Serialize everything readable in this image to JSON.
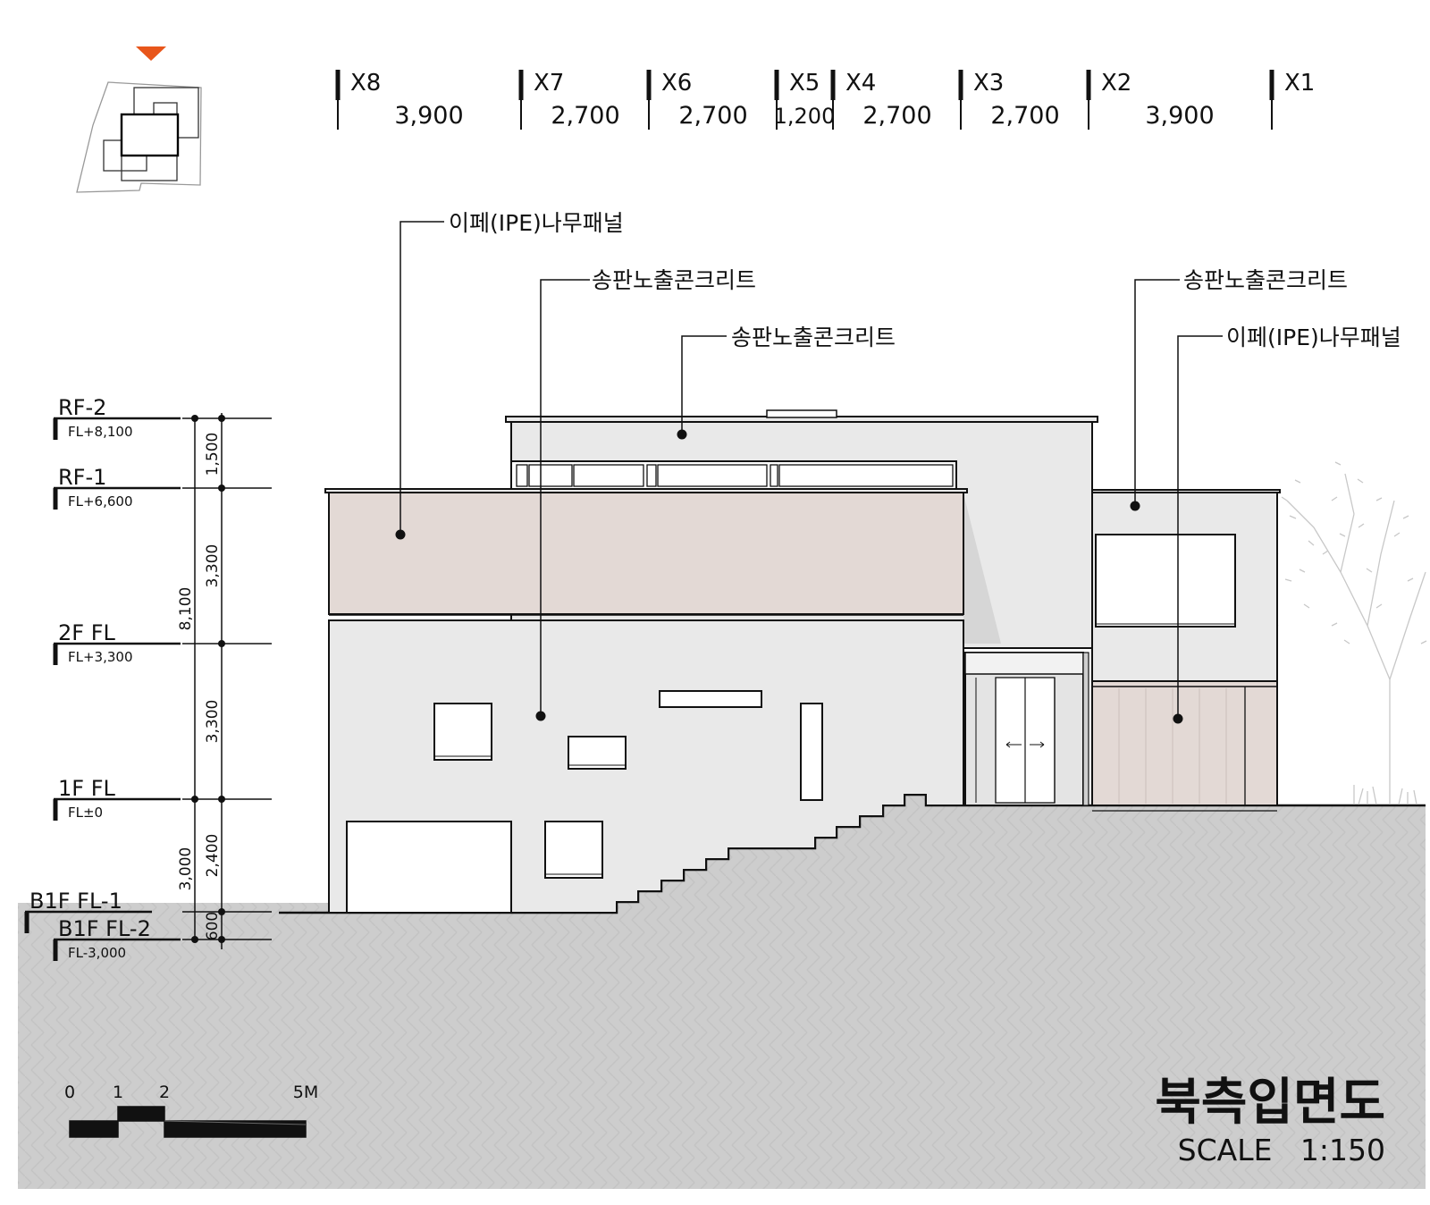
{
  "colors": {
    "ground": "#cdcdcd",
    "concrete": "#e9e9e9",
    "concrete_dark": "#dcdcdc",
    "wood": "#e3d9d5",
    "line": "#111111",
    "north_marker": "#e8561b"
  },
  "icons": {
    "north_marker": "triangle-down-icon"
  },
  "grid_axes": {
    "labels": [
      "X8",
      "X7",
      "X6",
      "X5",
      "X4",
      "X3",
      "X2",
      "X1"
    ],
    "spans": [
      "3,900",
      "2,700",
      "2,700",
      "1,200",
      "2,700",
      "2,700",
      "3,900"
    ]
  },
  "callouts": [
    "이페(IPE)나무패널",
    "송판노출콘크리트",
    "송판노출콘크리트",
    "송판노출콘크리트",
    "이페(IPE)나무패널"
  ],
  "levels": [
    {
      "name": "RF-2",
      "value": "FL+8,100"
    },
    {
      "name": "RF-1",
      "value": "FL+6,600"
    },
    {
      "name": "2F FL",
      "value": "FL+3,300"
    },
    {
      "name": "1F FL",
      "value": "FL±0"
    },
    {
      "name": "B1F FL-1",
      "value": ""
    },
    {
      "name": "B1F FL-2",
      "value": "FL-3,000"
    }
  ],
  "vertical_dims": {
    "inner": [
      "1,500",
      "3,300",
      "3,300",
      "2,400",
      "600"
    ],
    "outer": [
      "8,100",
      "3,000"
    ]
  },
  "scale_bar": {
    "ticks": [
      "0",
      "1",
      "2",
      "5M"
    ]
  },
  "title": "북측입면도",
  "subtitle": "SCALE   1:150"
}
